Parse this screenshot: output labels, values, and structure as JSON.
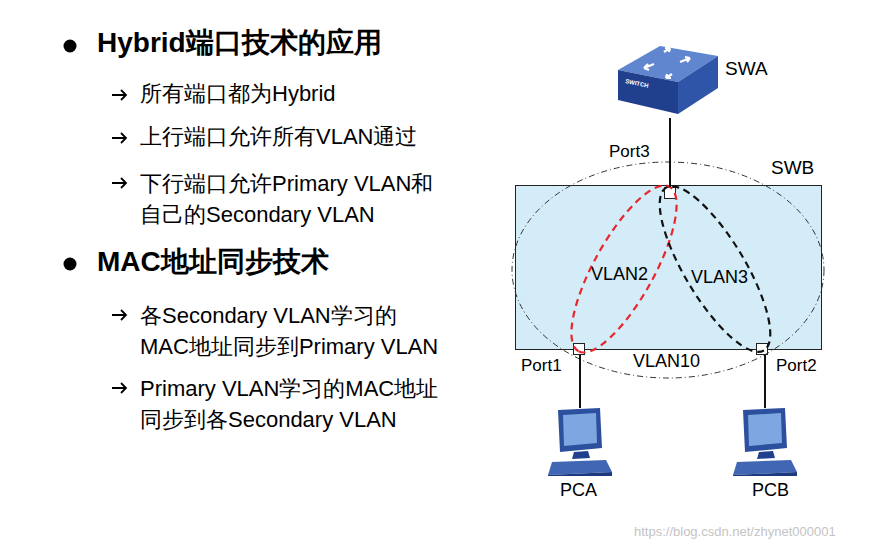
{
  "diagram": {
    "nodes": [
      {
        "text": [
          "SWA"
        ]
      },
      {
        "text": [
          "SWB"
        ]
      },
      {
        "text": [
          "Port3"
        ],
        "in": 1
      },
      {
        "text": [
          "Port1"
        ],
        "in": 1
      },
      {
        "text": [
          "Port2"
        ],
        "in": 1
      },
      {
        "text": [
          "PCA"
        ]
      },
      {
        "text": [
          "PCB"
        ]
      }
    ],
    "edges": [
      {
        "from": 0,
        "to": 2,
        "arrow": "none"
      },
      {
        "from": 3,
        "to": 5,
        "arrow": "none"
      },
      {
        "from": 4,
        "to": 6,
        "arrow": "none"
      }
    ],
    "labels": [
      "Hybrid端口技术的应用",
      "所有端口都为Hybrid",
      "上行端口允许所有VLAN通过",
      "下行端口允许Primary VLAN和 自己的Secondary VLAN",
      "MAC地址同步技术",
      "各Secondary VLAN学习的 MAC地址同步到Primary VLAN",
      "Primary VLAN学习的MAC地址 同步到各Secondary VLAN",
      "SWITCH",
      "VLAN2",
      "VLAN3",
      "VLAN10",
      "https://blog.csdn.net/zhynet000001"
    ]
  }
}
